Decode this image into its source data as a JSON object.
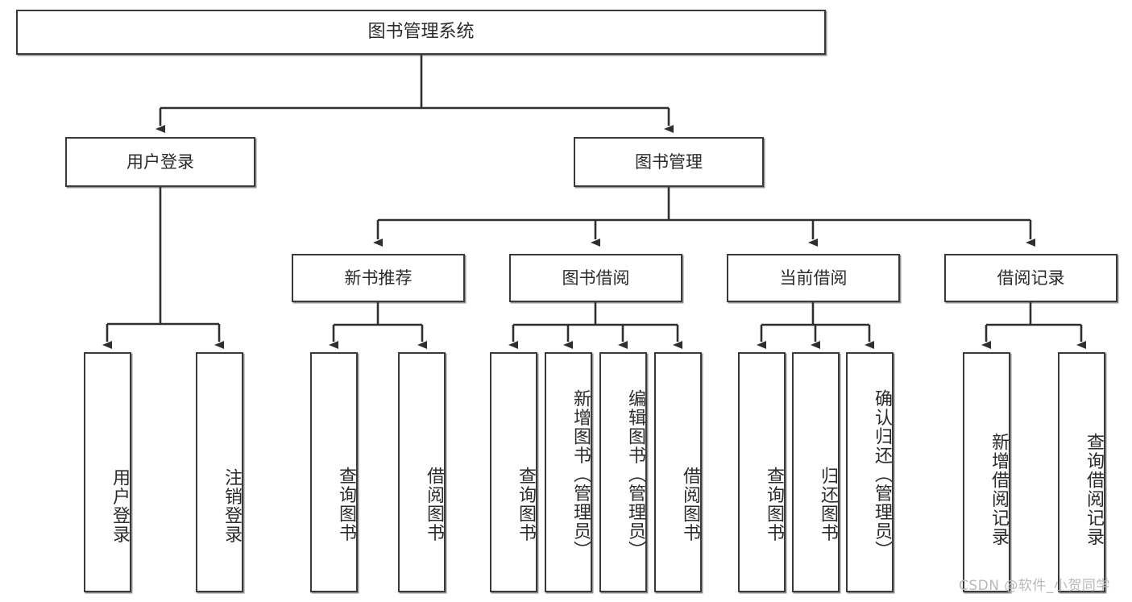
{
  "diagram": {
    "title": "图书管理系统",
    "type": "tree",
    "watermark": "CSDN @软件_小贺同学",
    "colors": {
      "box_border": "#3a3a3a",
      "box_fill": "#ffffff",
      "edge": "#2f2f2f",
      "text": "#2b2b2b",
      "watermark": "#b9b9b9"
    },
    "nodes": {
      "root": {
        "label": "图书管理系统"
      },
      "level2": [
        {
          "id": "user-login",
          "label": "用户登录"
        },
        {
          "id": "book-manage",
          "label": "图书管理"
        }
      ],
      "level3": [
        {
          "id": "new-book-recommend",
          "label": "新书推荐"
        },
        {
          "id": "book-borrow",
          "label": "图书借阅"
        },
        {
          "id": "current-borrow",
          "label": "当前借阅"
        },
        {
          "id": "borrow-record",
          "label": "借阅记录"
        }
      ],
      "leaves": {
        "user_login": [
          {
            "id": "leaf-user-login",
            "label": "用户登录"
          },
          {
            "id": "leaf-logout-login",
            "label": "注销登录"
          }
        ],
        "new_book_recommend": [
          {
            "id": "leaf-query-book-1",
            "label": "查询图书"
          },
          {
            "id": "leaf-borrow-book-1",
            "label": "借阅图书"
          }
        ],
        "book_borrow": [
          {
            "id": "leaf-query-book-2",
            "label": "查询图书"
          },
          {
            "id": "leaf-add-book",
            "label": "新增图书（管理员）"
          },
          {
            "id": "leaf-edit-book",
            "label": "编辑图书（管理员）"
          },
          {
            "id": "leaf-borrow-book-2",
            "label": "借阅图书"
          }
        ],
        "current_borrow": [
          {
            "id": "leaf-query-book-3",
            "label": "查询图书"
          },
          {
            "id": "leaf-return-book",
            "label": "归还图书"
          },
          {
            "id": "leaf-confirm-return",
            "label": "确认归还（管理员）"
          }
        ],
        "borrow_record": [
          {
            "id": "leaf-add-borrow-record",
            "label": "新增借阅记录"
          },
          {
            "id": "leaf-query-borrow-record",
            "label": "查询借阅记录"
          }
        ]
      }
    }
  }
}
